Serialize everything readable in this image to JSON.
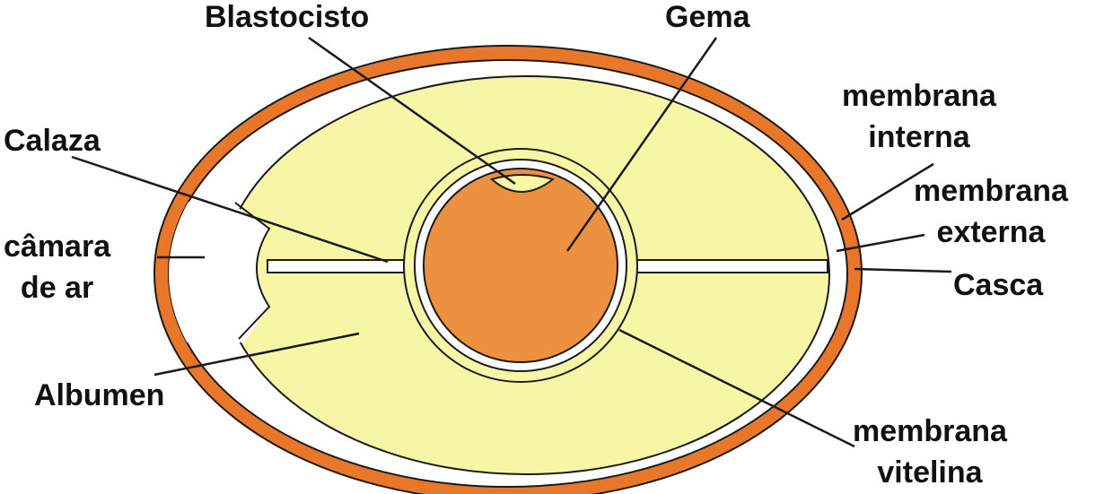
{
  "colors": {
    "shell": "#e9772a",
    "albumen": "#f7f5a6",
    "yolk": "#ec9140",
    "stroke": "#1a1a1a",
    "background": "#ffffff"
  },
  "labels": {
    "blastocisto": "Blastocisto",
    "gema": "Gema",
    "membrana_interna": [
      "membrana",
      "interna"
    ],
    "calaza": "Calaza",
    "membrana_externa": [
      "membrana",
      "externa"
    ],
    "camara_de_ar": [
      "câmara",
      "de ar"
    ],
    "casca": "Casca",
    "albumen": "Albumen",
    "membrana_vitelina": [
      "membrana",
      "vitelina"
    ]
  }
}
